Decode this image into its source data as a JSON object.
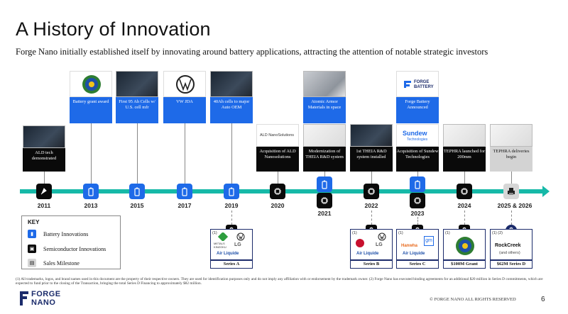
{
  "title": "A History of Innovation",
  "subtitle": "Forge Nano initially established itself by innovating around battery applications, attracting the attention of notable strategic investors",
  "colors": {
    "battery": "#1e6ae8",
    "semiconductor": "#0a0a0a",
    "sales": "#d6d6d6",
    "timeline": "#16b9a8",
    "investor": "#1b2b6b"
  },
  "timeline": {
    "years": [
      "2011",
      "2013",
      "2015",
      "2017",
      "2019",
      "2020",
      "2021",
      "2022",
      "2023",
      "2024",
      "2025 & 2026"
    ]
  },
  "milestones": {
    "ald": "ALD tech demonstrated",
    "battery_grant": "Battery grant award",
    "first_95ah": "First 95 Ah Cells w/ U.S. cell mfr",
    "vw_jda": "VW JDA",
    "cells_40ah": "40Ah cells to major Auto OEM",
    "acq_ald": "Acquisition of ALD Nanosolutions",
    "theia_mod": "Modernization of THEIA R&D system",
    "atomic_armor": "Atomic Armor Materials in space",
    "theia_install": "1st THEIA R&D system installed",
    "acq_sundew": "Acquisition of Sundew Technologies",
    "forge_battery": "Forge Battery Announced",
    "tephra_launch": "TEPHRA launched for 200mm",
    "tephra_deliver": "TEPHRA deliveries begin"
  },
  "image_labels": {
    "ald_nano": "ALD NanoSolutions",
    "sundew": "Sundew",
    "sundew_sub": "Technologies",
    "forge_battery_logo": "FORGE BATTERY"
  },
  "investments": {
    "series_a": {
      "label": "Series A",
      "note": "(1)",
      "logos": [
        "LG",
        "Air Liquide",
        "METALS KINZOKU"
      ]
    },
    "series_b": {
      "label": "Series B",
      "note": "(1)",
      "logos": [
        "LG",
        "Air Liquide"
      ]
    },
    "series_c": {
      "label": "Series C",
      "note": "(1)",
      "logos": [
        "Hanwha",
        "gm",
        "Air Liquide"
      ]
    },
    "grant": {
      "label": "$100M Grant",
      "note": "(1)"
    },
    "series_d": {
      "label": "$62M Series D",
      "note": "(1) (2)",
      "logo": "RockCreek",
      "extra": "(and others)"
    }
  },
  "key": {
    "title": "KEY",
    "items": [
      {
        "label": "Battery Innovations",
        "icon": "battery-icon"
      },
      {
        "label": "Semiconductor Innovations",
        "icon": "chip-icon"
      },
      {
        "label": "Sales Milestone",
        "icon": "printer-icon"
      }
    ]
  },
  "footnote": "(1) All trademarks, logos, and brand names used in this document are the property of their respective owners. They are used for identification purposes only and do not imply any affiliation with or endorsement by the trademark owner. (2) Forge Nano has executed binding agreements for an additional $20 million in Series D commitments, which are expected to fund prior to the closing of the Transaction, bringing the total Series D Financing to approximately $82 million.",
  "logo": {
    "line1": "FORGE",
    "line2": "NANO"
  },
  "copyright": "© FORGE NANO ALL RIGHTS RESERVED",
  "page_number": "6"
}
